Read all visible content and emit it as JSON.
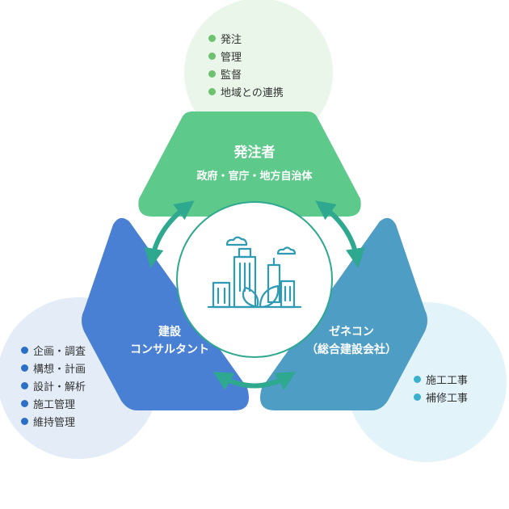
{
  "colors": {
    "client_green": "#5dc98a",
    "consultant_blue": "#4a80d4",
    "contractor_teal": "#4e9dc4",
    "client_circle": "#e9f6e9",
    "consultant_circle": "#e3ecf7",
    "contractor_circle": "#e2f3f9",
    "client_dot": "#6cc26e",
    "consultant_dot": "#2c6fc7",
    "contractor_dot": "#3ab0cd",
    "arrow": "#2ea88f",
    "city_icon": "#2f9ab3"
  },
  "client": {
    "title": "発注者",
    "subtitle": "政府・官庁・地方自治体",
    "roles": [
      "発注",
      "管理",
      "監督",
      "地域との連携"
    ]
  },
  "consultant": {
    "title_line1": "建設",
    "title_line2": "コンサルタント",
    "roles": [
      "企画・調査",
      "構想・計画",
      "設計・解析",
      "施工管理",
      "維持管理"
    ]
  },
  "contractor": {
    "title_line1": "ゼネコン",
    "title_line2": "（総合建設会社）",
    "roles": [
      "施工工事",
      "補修工事"
    ]
  },
  "center_icon": "city-buildings-with-leaf-icon",
  "arrows": [
    "client-consultant",
    "client-contractor",
    "consultant-contractor"
  ]
}
